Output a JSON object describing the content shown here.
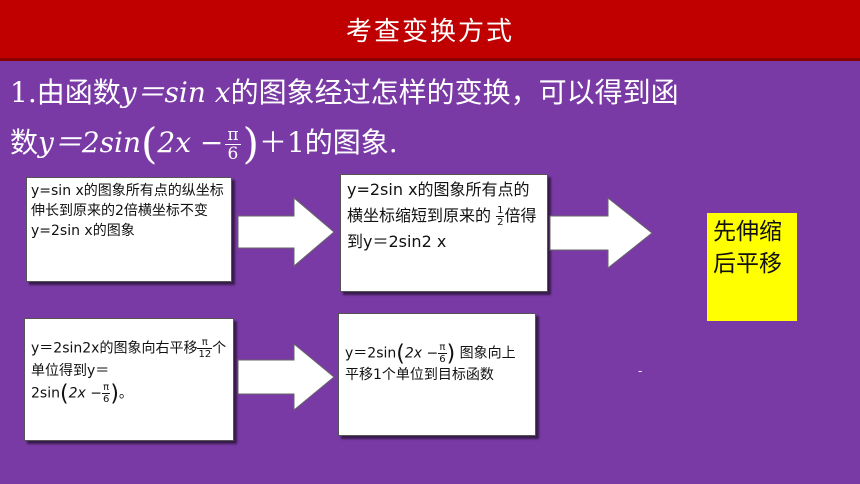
{
  "header": {
    "title": "考查变换方式"
  },
  "question": {
    "line1_prefix": "1.由函数",
    "line1_func": "y＝sin x",
    "line1_suffix": "的图象经过怎样的变换，可以得到函",
    "line2_prefix": "数",
    "line2_lhs": "y＝2sin",
    "line2_inner_a": "2x −",
    "pi": "π",
    "six": "6",
    "line2_tail": "＋1的图象."
  },
  "box1": {
    "text": "y=sin x的图象所有点的纵坐标伸长到原来的2倍横坐标不变y=2sin x的图象"
  },
  "box2": {
    "part1": "y=2sin x的图象所有点的横坐标缩短到原来的",
    "frac_num": "1",
    "frac_den": "2",
    "part2": "倍得到y＝2sin2 x"
  },
  "box3": {
    "part1": "y＝2sin2x的图象向右平移",
    "frac_num": "π",
    "frac_den": "12",
    "part2": "个单位得到y＝",
    "part3": "2sin",
    "inner": "2x −",
    "inner_num": "π",
    "inner_den": "6",
    "part4": "。"
  },
  "box4": {
    "part1": "y＝2sin",
    "inner": "2x −",
    "inner_num": "π",
    "inner_den": "6",
    "part2": "图象向上平移1个单位到目标函数"
  },
  "note": {
    "text": "先伸缩后平移"
  },
  "dash": "-",
  "colors": {
    "background": "#7a3aa6",
    "title_bar": "#c00000",
    "note": "#ffff00",
    "arrow": "#ffffff"
  }
}
